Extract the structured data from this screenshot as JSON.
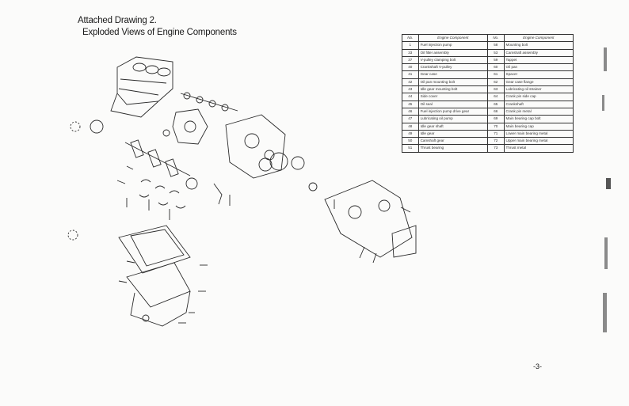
{
  "document": {
    "title_line1": "Attached Drawing 2.",
    "title_line2": "Exploded Views of Engine Components",
    "page_number": "-3-"
  },
  "parts_table": {
    "headers": [
      "No.",
      "Engine Component",
      "No.",
      "Engine Component"
    ],
    "rows": [
      [
        "1",
        "Fuel injection pump",
        "58",
        "Mounting bolt"
      ],
      [
        "33",
        "Oil filter assembly",
        "53",
        "Camshaft assembly"
      ],
      [
        "37",
        "V-pulley clamping bolt",
        "59",
        "Tappet"
      ],
      [
        "40",
        "Crankshaft V-pulley",
        "60",
        "Oil pan"
      ],
      [
        "41",
        "Gear case",
        "61",
        "Spacer"
      ],
      [
        "42",
        "Oil pan mounting bolt",
        "62",
        "Gear case flange"
      ],
      [
        "43",
        "Idle gear mounting bolt",
        "63",
        "Lubricating oil strainer"
      ],
      [
        "44",
        "Side cover",
        "64",
        "Crank pin side cap"
      ],
      [
        "45",
        "Oil seal",
        "65",
        "Crankshaft"
      ],
      [
        "46",
        "Fuel injection pump drive gear",
        "66",
        "Crank pin metal"
      ],
      [
        "47",
        "Lubricating oil pump",
        "69",
        "Main bearing cap bolt"
      ],
      [
        "48",
        "Idle gear shaft",
        "70",
        "Main bearing cap"
      ],
      [
        "49",
        "Idle gear",
        "71",
        "Lower main bearing metal"
      ],
      [
        "50",
        "Camshaft gear",
        "72",
        "Upper main bearing metal"
      ],
      [
        "51",
        "Thrust bearing",
        "73",
        "Thrust metal"
      ]
    ]
  },
  "colors": {
    "ink": "#1a1a1a",
    "paper": "#fbfbfa",
    "line": "#333333"
  }
}
